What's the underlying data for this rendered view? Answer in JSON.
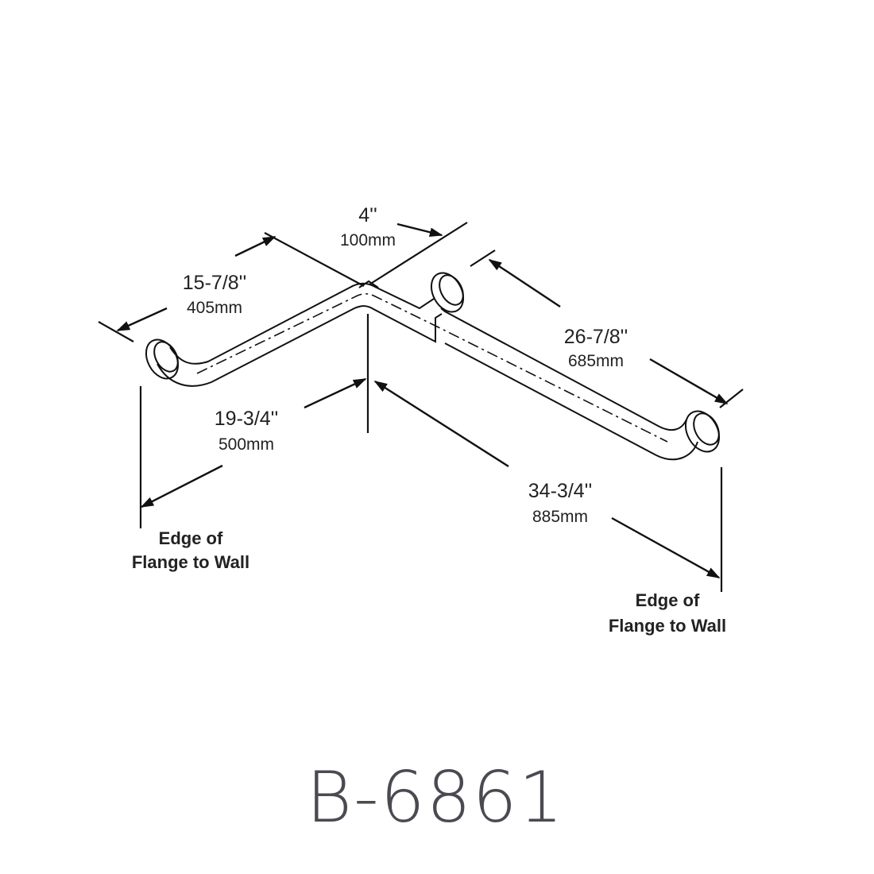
{
  "dimensions": {
    "left_leg": {
      "imperial": "15-7/8''",
      "metric": "405mm"
    },
    "offset": {
      "imperial": "4''",
      "metric": "100mm"
    },
    "right_leg": {
      "imperial": "26-7/8''",
      "metric": "685mm"
    },
    "left_wall": {
      "imperial": "19-3/4''",
      "metric": "500mm"
    },
    "right_wall": {
      "imperial": "34-3/4''",
      "metric": "885mm"
    }
  },
  "notes": {
    "left": {
      "line1": "Edge of",
      "line2": "Flange to Wall"
    },
    "right": {
      "line1": "Edge of",
      "line2": "Flange to Wall"
    }
  },
  "model_number": "B-6861"
}
